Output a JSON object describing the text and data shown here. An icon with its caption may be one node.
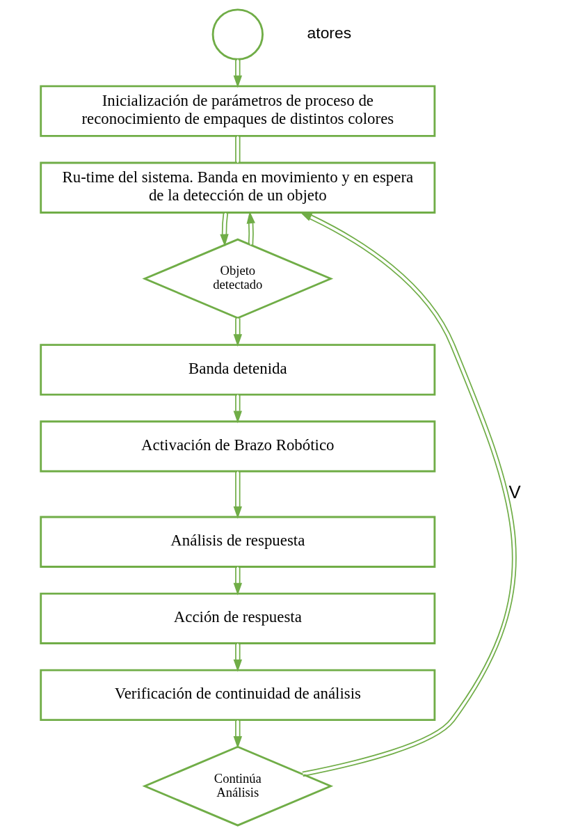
{
  "diagram": {
    "nodes": [
      {
        "text": [],
        "shape": "circle"
      },
      {
        "text": [
          "Inicialización de parámetros de proceso de reconocimiento de empaques de distintos colores"
        ]
      },
      {
        "text": [
          "Ru-time del sistema. Banda en movimiento y en espera de la detección de un objeto"
        ]
      },
      {
        "text": [
          "Objeto detectado"
        ]
      },
      {
        "text": [
          "Banda detenida"
        ]
      },
      {
        "text": [
          "Activación de Brazo Robótico"
        ]
      },
      {
        "text": [
          "Análisis de respuesta"
        ]
      },
      {
        "text": [
          "Acción de respuesta"
        ]
      },
      {
        "text": [
          "Verificación de continuidad de análisis"
        ]
      },
      {
        "text": [
          "Continúa Análisis"
        ]
      }
    ],
    "edges": [
      {
        "from": 0,
        "to": 1,
        "arrow": "to"
      },
      {
        "from": 1,
        "to": 2,
        "arrow": "none"
      },
      {
        "from": 2,
        "to": 3,
        "arrow": "to"
      },
      {
        "from": 3,
        "to": 4,
        "arrow": "to"
      },
      {
        "from": 4,
        "to": 5,
        "arrow": "to"
      },
      {
        "from": 5,
        "to": 6,
        "arrow": "to"
      },
      {
        "from": 6,
        "to": 7,
        "arrow": "to"
      },
      {
        "from": 7,
        "to": 8,
        "arrow": "to"
      },
      {
        "from": 8,
        "to": 9,
        "arrow": "to"
      },
      {
        "from": 3,
        "to": 2,
        "arrow": "to"
      },
      {
        "from": 9,
        "to": 2,
        "arrow": "to",
        "label": "V"
      }
    ],
    "labels": [
      "atores"
    ]
  }
}
